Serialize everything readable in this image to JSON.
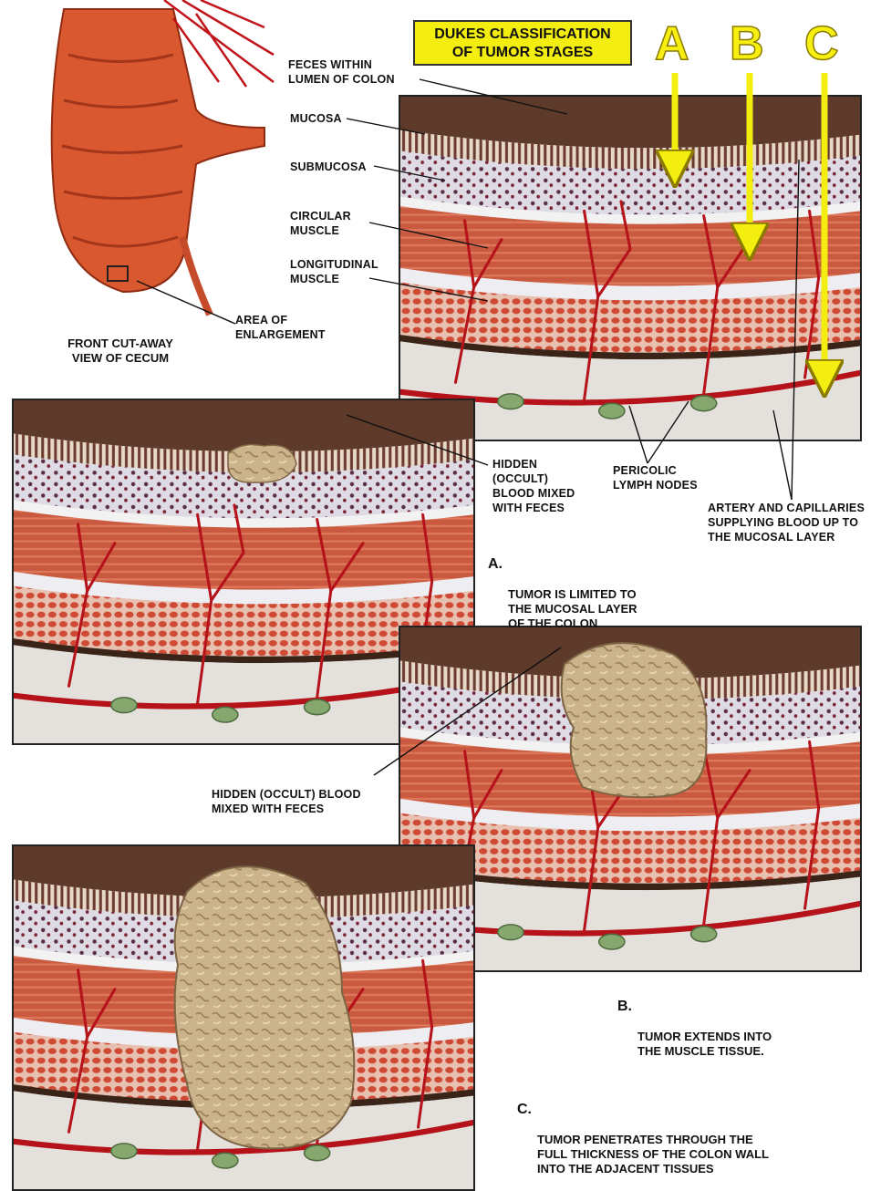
{
  "title": "DUKES CLASSIFICATION\nOF TUMOR STAGES",
  "stage_letters": [
    "A",
    "B",
    "C"
  ],
  "cecum_caption": "FRONT CUT-AWAY\nVIEW OF CECUM",
  "labels": {
    "feces": "FECES WITHIN\nLUMEN OF COLON",
    "mucosa": "MUCOSA",
    "submucosa": "SUBMUCOSA",
    "circular_muscle": "CIRCULAR\nMUSCLE",
    "longitudinal_muscle": "LONGITUDINAL\nMUSCLE",
    "area_of_enlargement": "AREA OF\nENLARGEMENT",
    "pericolic_lymph_nodes": "PERICOLIC\nLYMPH NODES",
    "artery_capillaries": "ARTERY AND CAPILLARIES\nSUPPLYING BLOOD UP TO\nTHE MUCOSAL LAYER",
    "occult_blood_a": "HIDDEN\n(OCCULT)\nBLOOD MIXED\nWITH FECES",
    "occult_blood_b": "HIDDEN (OCCULT) BLOOD\nMIXED WITH FECES"
  },
  "stages": [
    {
      "letter": "A.",
      "text": "TUMOR IS LIMITED TO\nTHE MUCOSAL LAYER\nOF THE COLON"
    },
    {
      "letter": "B.",
      "text": "TUMOR EXTENDS INTO\nTHE MUSCLE TISSUE."
    },
    {
      "letter": "C.",
      "text": "TUMOR PENETRATES THROUGH THE\nFULL THICKNESS OF THE COLON WALL\nINTO THE ADJACENT TISSUES"
    }
  ],
  "colors": {
    "highlight_yellow": "#f4ee10",
    "feces_brown": "#5e3a2a",
    "muscle_red": "#c9553e",
    "artery_red": "#c0141a",
    "tumor_tan": "#c9b28a",
    "lymph_green": "#7fa36a"
  }
}
